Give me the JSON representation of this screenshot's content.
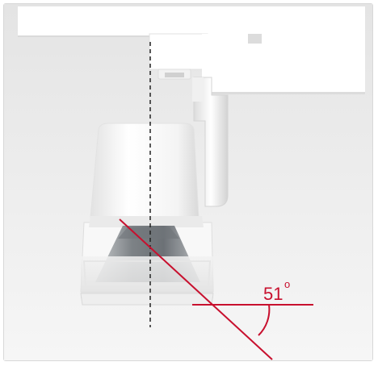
{
  "diagram": {
    "angle_value": "51",
    "angle_unit": "o",
    "colors": {
      "background": "#ececec",
      "fixture": "#f7f7f7",
      "fixture_shadow": "#d6d6d6",
      "reflector": "#8a8f94",
      "accent_line": "#c8102e",
      "axis_line": "#222222"
    },
    "icons": [
      "track-light-fixture",
      "track-rail",
      "beam-angle-indicator"
    ]
  }
}
